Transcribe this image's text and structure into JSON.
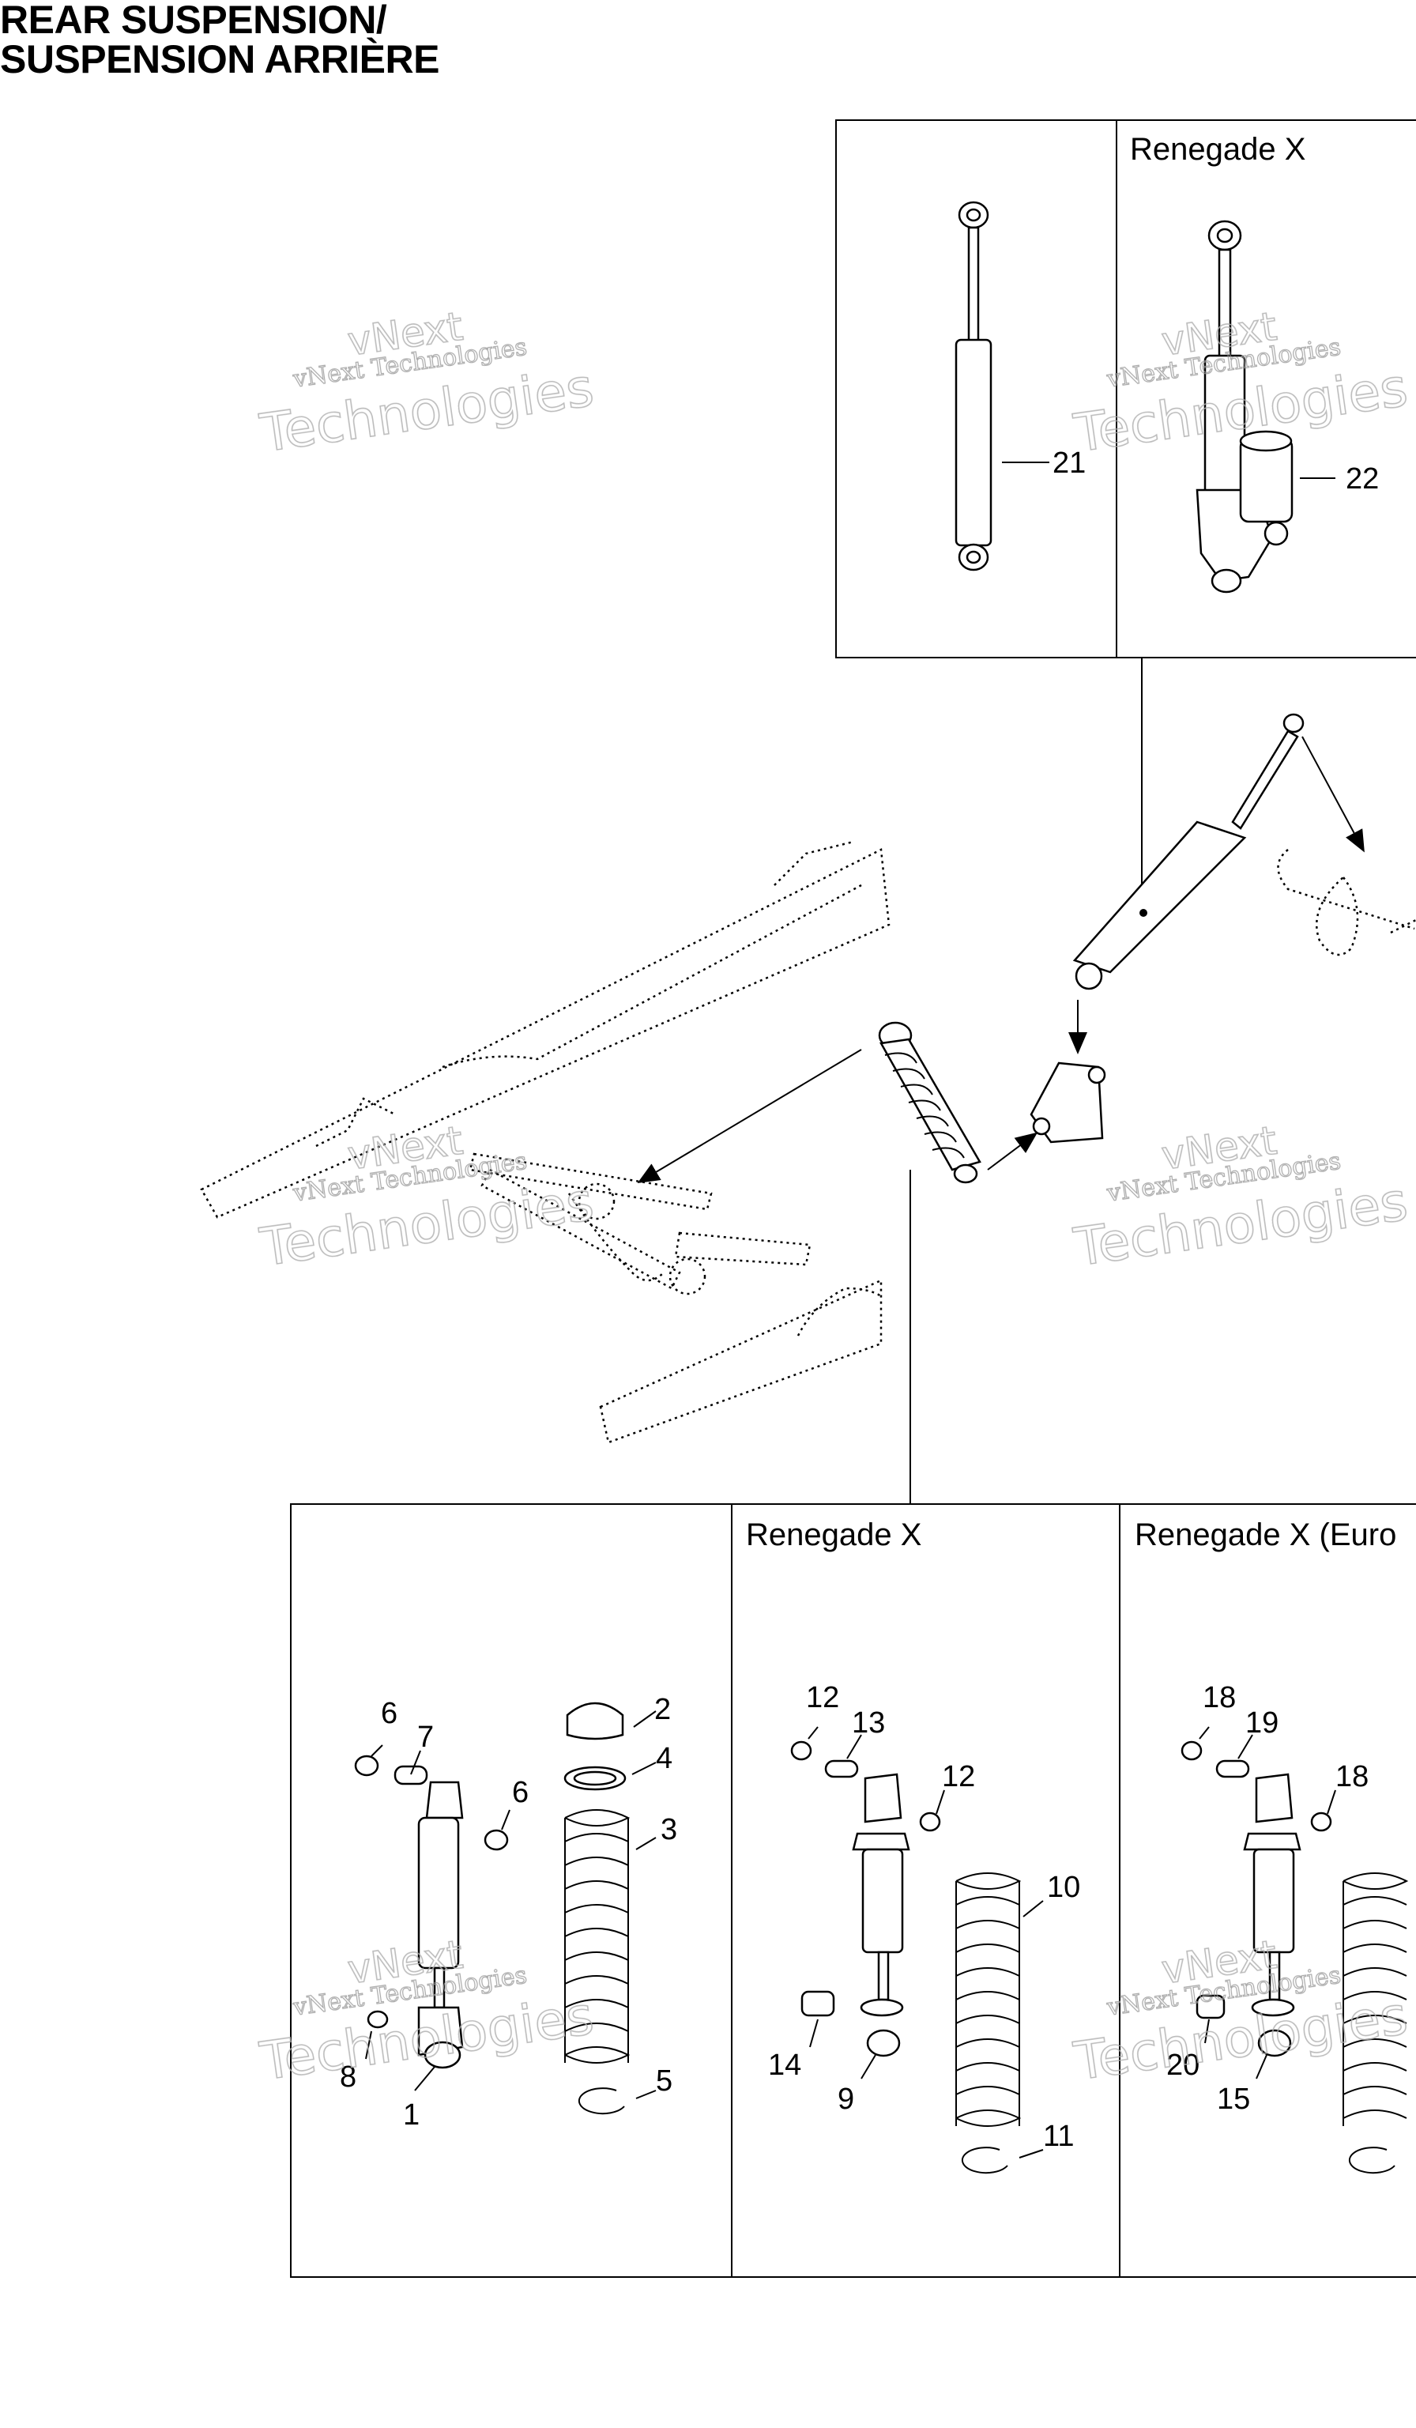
{
  "title": {
    "line1": "REAR SUSPENSION/",
    "line2": "SUSPENSION ARRIÈRE"
  },
  "panels": {
    "renegade_x_top": "Renegade X",
    "renegade_x_bottom": "Renegade X",
    "renegade_x_europe": "Renegade X (Euro"
  },
  "part_numbers": {
    "p1": "1",
    "p2": "2",
    "p3": "3",
    "p4": "4",
    "p5": "5",
    "p6a": "6",
    "p6b": "6",
    "p7": "7",
    "p8": "8",
    "p9": "9",
    "p10": "10",
    "p11": "11",
    "p12a": "12",
    "p12b": "12",
    "p13": "13",
    "p14": "14",
    "p15": "15",
    "p18a": "18",
    "p18b": "18",
    "p19": "19",
    "p20": "20",
    "p21": "21",
    "p22": "22"
  },
  "watermark": {
    "small": "vNext Technologies",
    "big": "Technologies",
    "big_top": "vNext"
  }
}
